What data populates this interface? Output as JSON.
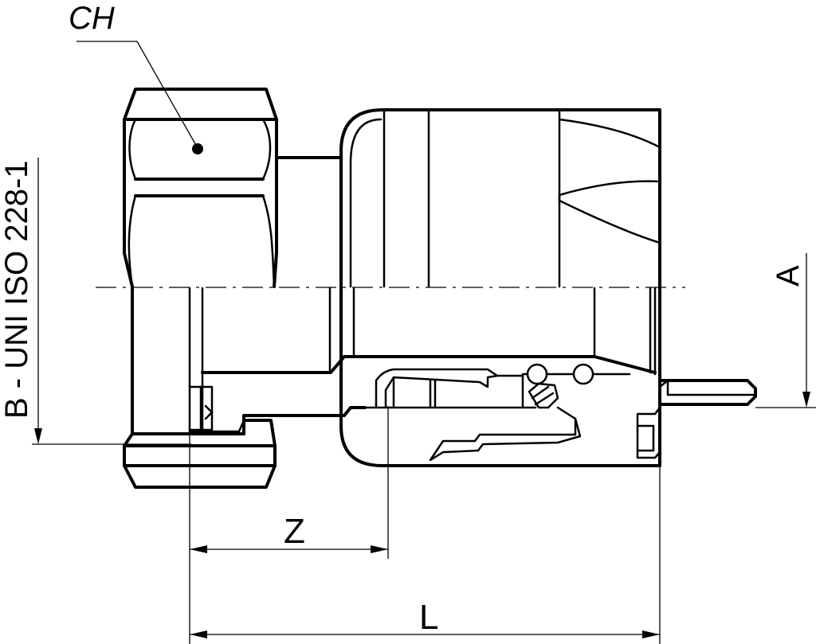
{
  "labels": {
    "wrench_size": "CH",
    "thread": "B - UNI ISO 228-1",
    "dim_a": "A",
    "dim_z": "Z",
    "dim_l": "L"
  },
  "colors": {
    "line": "#000000",
    "background": "#ffffff"
  }
}
